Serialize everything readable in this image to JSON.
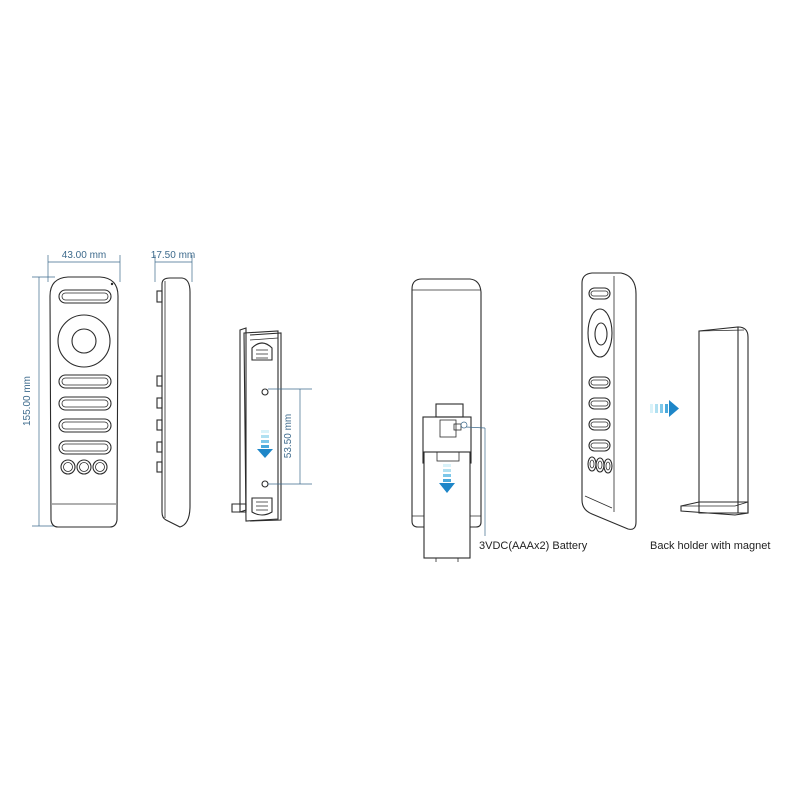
{
  "dimensions": {
    "width": "43.00 mm",
    "depth": "17.50 mm",
    "height": "155.00 mm",
    "hole_spacing": "53.50 mm"
  },
  "labels": {
    "battery": "3VDC(AAAx2) Battery",
    "holder": "Back holder with magnet"
  },
  "colors": {
    "dimension": "#3d6a8c",
    "outline": "#2b2b2b",
    "arrow_light": "#bfe9f5",
    "arrow_dark": "#2a8fd0"
  }
}
